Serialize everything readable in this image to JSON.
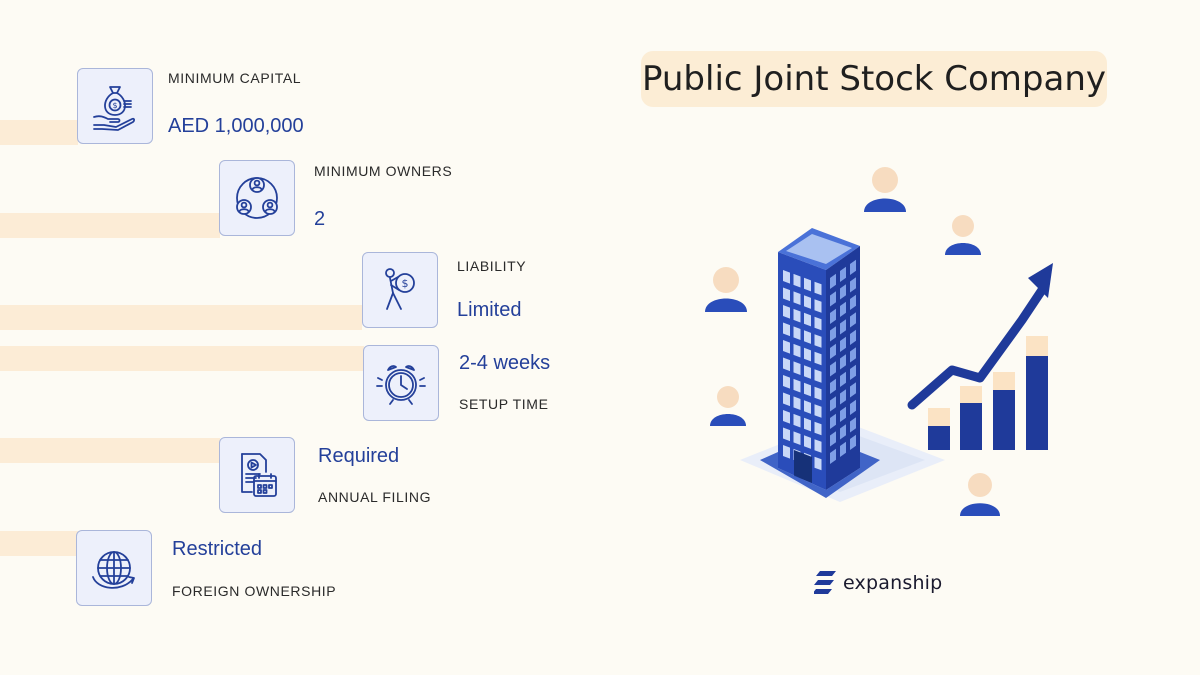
{
  "title": "Public Joint Stock Company",
  "brand": "expanship",
  "colors": {
    "accent": "#24409a",
    "bar": "#fcecd6",
    "pill": "#fcedd5",
    "icon_box": "#edf0fb"
  },
  "features": [
    {
      "label": "MINIMUM CAPITAL",
      "value": "AED 1,000,000",
      "icon": "money-bag-hand-icon"
    },
    {
      "label": "MINIMUM OWNERS",
      "value": "2",
      "icon": "owners-network-icon"
    },
    {
      "label": "LIABILITY",
      "value": "Limited",
      "icon": "person-carrying-coin-icon"
    },
    {
      "label": "SETUP TIME",
      "value": "2-4 weeks",
      "icon": "alarm-clock-icon"
    },
    {
      "label": "ANNUAL FILING",
      "value": "Required",
      "icon": "document-calendar-icon"
    },
    {
      "label": "FOREIGN OWNERSHIP",
      "value": "Restricted",
      "icon": "globe-icon"
    }
  ]
}
